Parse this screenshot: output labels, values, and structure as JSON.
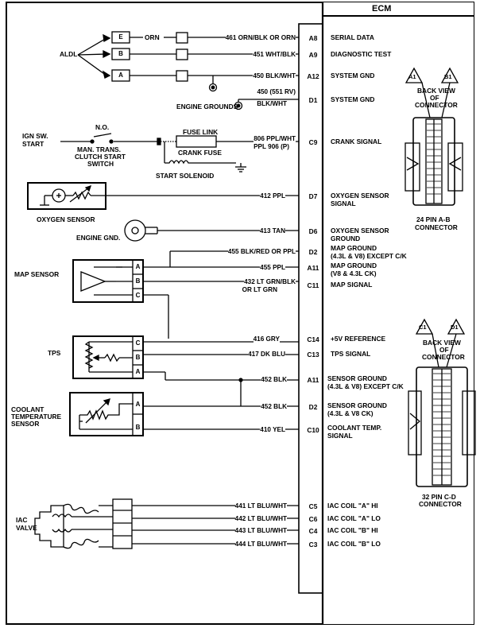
{
  "ecm": {
    "title": "ECM"
  },
  "components": {
    "aldl": "ALDL",
    "engine_grounds": "ENGINE GROUNDS",
    "ign_sw_start_1": "IGN SW.",
    "ign_sw_start_2": "START",
    "no": "N.O.",
    "man_trans_1": "MAN. TRANS.",
    "man_trans_2": "CLUTCH START",
    "man_trans_3": "SWITCH",
    "fuse_link": "FUSE LINK",
    "crank_fuse": "CRANK FUSE",
    "start_solenoid": "START SOLENOID",
    "oxygen_sensor": "OXYGEN SENSOR",
    "engine_gnd": "ENGINE GND.",
    "map_sensor": "MAP SENSOR",
    "tps": "TPS",
    "coolant_1": "COOLANT",
    "coolant_2": "TEMPERATURE",
    "coolant_3": "SENSOR",
    "iac_1": "IAC",
    "iac_2": "VALVE"
  },
  "aldl_pins": [
    "E",
    "B",
    "A"
  ],
  "aldl_orn": "ORN",
  "map_pins": [
    "A",
    "B",
    "C"
  ],
  "tps_pins": [
    "C",
    "B",
    "A"
  ],
  "cts_pins": [
    "A",
    "B"
  ],
  "circuits": [
    {
      "wire": "461 ORN/BLK OR ORN",
      "pin": "A8",
      "signal": "SERIAL DATA",
      "signal2": ""
    },
    {
      "wire": "451 WHT/BLK",
      "pin": "A9",
      "signal": "DIAGNOSTIC TEST",
      "signal2": ""
    },
    {
      "wire": "450 BLK/WHT",
      "pin": "A12",
      "signal": "SYSTEM GND",
      "signal2": ""
    },
    {
      "wire": "450 (551 RV)",
      "wire2": "BLK/WHT",
      "pin": "D1",
      "signal": "SYSTEM GND",
      "signal2": ""
    },
    {
      "wire": "806  PPL/WHT",
      "wire2": "PPL 906 (P)",
      "pin": "C9",
      "signal": "CRANK SIGNAL",
      "signal2": ""
    },
    {
      "wire": "412 PPL",
      "pin": "D7",
      "signal": "OXYGEN SENSOR",
      "signal2": "SIGNAL"
    },
    {
      "wire": "413 TAN",
      "pin": "D6",
      "signal": "OXYGEN SENSOR",
      "signal2": "GROUND"
    },
    {
      "wire": "455 BLK/RED OR PPL",
      "pin": "D2",
      "signal": "MAP GROUND",
      "signal2": "(4.3L & V8) EXCEPT C/K"
    },
    {
      "wire": "455 PPL",
      "pin": "A11",
      "signal": "MAP GROUND",
      "signal2": "(V8 & 4.3L CK)"
    },
    {
      "wire": "432 LT GRN/BLK",
      "wire2": "OR LT GRN",
      "pin": "C11",
      "signal": "MAP SIGNAL",
      "signal2": ""
    },
    {
      "wire": "416 GRY",
      "pin": "C14",
      "signal": "+5V REFERENCE",
      "signal2": ""
    },
    {
      "wire": "417 DK BLU",
      "pin": "C13",
      "signal": "TPS SIGNAL",
      "signal2": ""
    },
    {
      "wire": "452 BLK",
      "pin": "A11",
      "signal": "SENSOR GROUND",
      "signal2": "(4.3L & V8) EXCEPT C/K"
    },
    {
      "wire": "452  BLK",
      "pin": "D2",
      "signal": "SENSOR GROUND",
      "signal2": "(4.3L & V8 CK)"
    },
    {
      "wire": "410 YEL",
      "pin": "C10",
      "signal": "COOLANT TEMP.",
      "signal2": "SIGNAL"
    },
    {
      "wire": "441 LT BLU/WHT",
      "pin": "C5",
      "signal": "IAC COIL \"A\" HI",
      "signal2": ""
    },
    {
      "wire": "442 LT BLU/WHT",
      "pin": "C6",
      "signal": "IAC COIL \"A\" LO",
      "signal2": ""
    },
    {
      "wire": "443 LT BLU/WHT",
      "pin": "C4",
      "signal": "IAC COIL \"B\" HI",
      "signal2": ""
    },
    {
      "wire": "444 LT BLU/WHT",
      "pin": "C3",
      "signal": "IAC COIL \"B\" LO",
      "signal2": ""
    }
  ],
  "connectors": {
    "ab": {
      "tag1": "A1",
      "tag2": "B1",
      "back1": "BACK VIEW",
      "back2": "OF",
      "back3": "CONNECTOR",
      "cap1": "24 PIN  A-B",
      "cap2": "CONNECTOR"
    },
    "cd": {
      "tag1": "C1",
      "tag2": "D1",
      "back1": "BACK VIEW",
      "back2": "OF",
      "back3": "CONNECTOR",
      "cap1": "32 PIN C-D",
      "cap2": "CONNECTOR"
    }
  }
}
